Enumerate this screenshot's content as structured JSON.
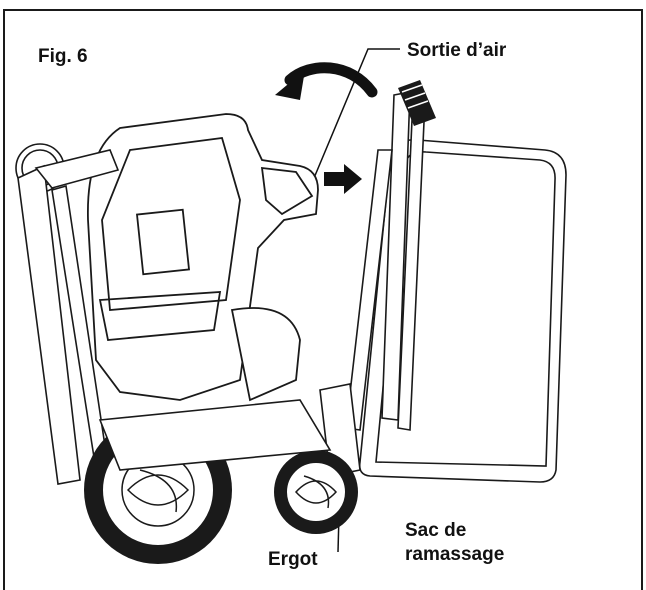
{
  "figure": {
    "number_label": "Fig. 6",
    "labels": {
      "air_outlet": "Sortie d’air",
      "collection_bag_line1": "Sac de",
      "collection_bag_line2": "ramassage",
      "lug": "Ergot"
    },
    "colors": {
      "ink": "#1a1a1a",
      "paper": "#ffffff"
    }
  }
}
